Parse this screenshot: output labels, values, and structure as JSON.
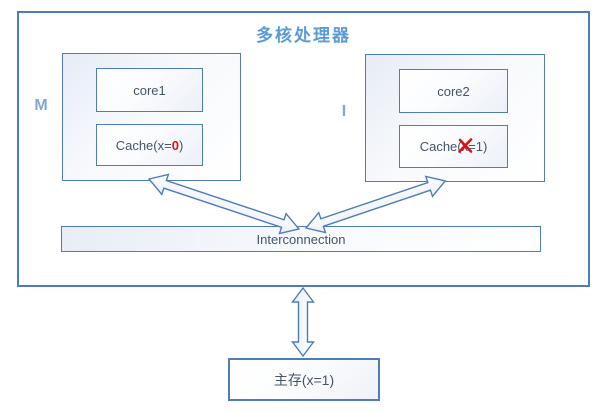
{
  "colors": {
    "border_blue": "#4E7CB7",
    "title_blue": "#5B9BD5",
    "state_label_blue": "#7FA8D9",
    "text_dark": "#44546A",
    "highlight_red": "#E00E0E"
  },
  "processor": {
    "title": "多核处理器",
    "left": {
      "state": "M",
      "core": "core1",
      "cache": {
        "prefix": "Cache(x=",
        "value": "0",
        "suffix": ")"
      }
    },
    "right": {
      "state": "I",
      "core": "core2",
      "cache": {
        "prefix": "Cache(",
        "crossed": "x",
        "suffix": "=1)"
      }
    },
    "interconnect": "Interconnection"
  },
  "memory": {
    "label": "主存(x=1)"
  }
}
